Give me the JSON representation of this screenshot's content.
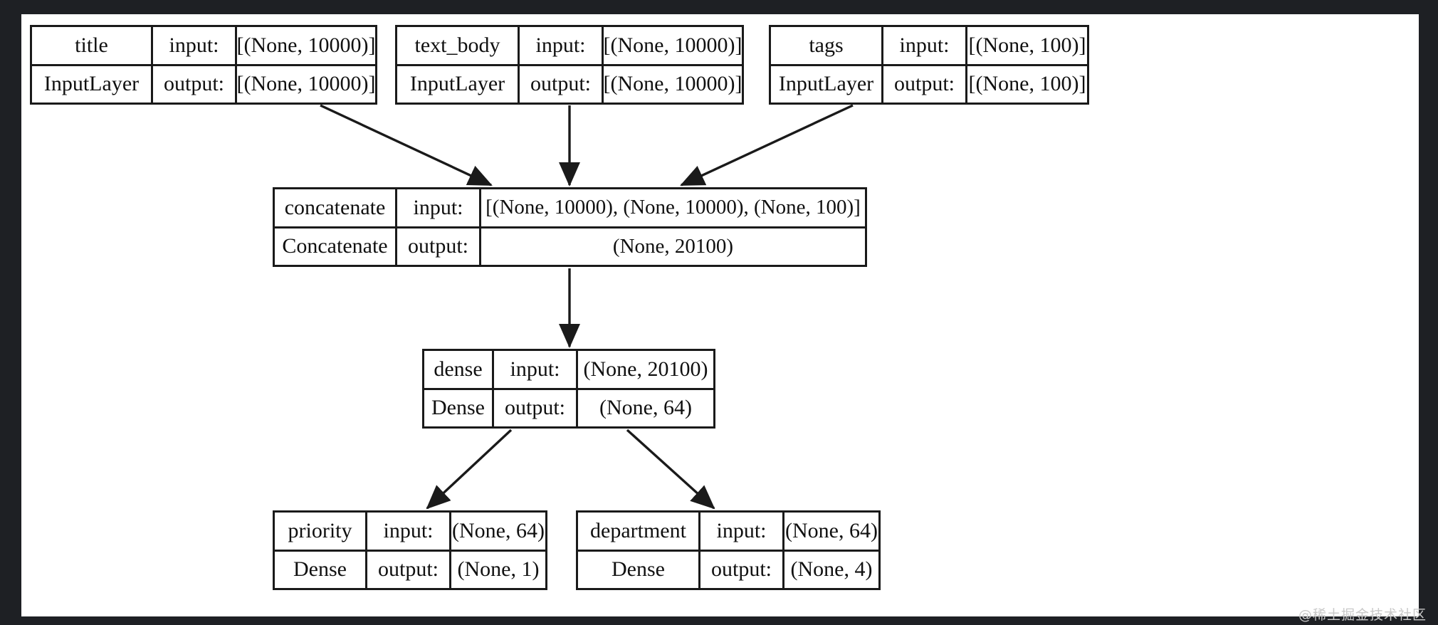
{
  "diagram": {
    "type": "keras-model-plot",
    "watermark": "@稀土掘金技术社区",
    "col_labels": {
      "input": "input:",
      "output": "output:"
    },
    "nodes": [
      {
        "id": "title",
        "name": "title",
        "class_name": "InputLayer",
        "input_shape": "[(None, 10000)]",
        "output_shape": "[(None, 10000)]"
      },
      {
        "id": "text_body",
        "name": "text_body",
        "class_name": "InputLayer",
        "input_shape": "[(None, 10000)]",
        "output_shape": "[(None, 10000)]"
      },
      {
        "id": "tags",
        "name": "tags",
        "class_name": "InputLayer",
        "input_shape": "[(None, 100)]",
        "output_shape": "[(None, 100)]"
      },
      {
        "id": "concatenate",
        "name": "concatenate",
        "class_name": "Concatenate",
        "input_shape": "[(None, 10000), (None, 10000), (None, 100)]",
        "output_shape": "(None, 20100)"
      },
      {
        "id": "dense",
        "name": "dense",
        "class_name": "Dense",
        "input_shape": "(None, 20100)",
        "output_shape": "(None, 64)"
      },
      {
        "id": "priority",
        "name": "priority",
        "class_name": "Dense",
        "input_shape": "(None, 64)",
        "output_shape": "(None, 1)"
      },
      {
        "id": "department",
        "name": "department",
        "class_name": "Dense",
        "input_shape": "(None, 64)",
        "output_shape": "(None, 4)"
      }
    ],
    "edges": [
      {
        "from": "title",
        "to": "concatenate"
      },
      {
        "from": "text_body",
        "to": "concatenate"
      },
      {
        "from": "tags",
        "to": "concatenate"
      },
      {
        "from": "concatenate",
        "to": "dense"
      },
      {
        "from": "dense",
        "to": "priority"
      },
      {
        "from": "dense",
        "to": "department"
      }
    ],
    "colors": {
      "page_background": "#ffffff",
      "surround": "#1e2024",
      "node_border": "#1a1a1a",
      "text": "#101010",
      "edge": "#1a1a1a"
    }
  }
}
